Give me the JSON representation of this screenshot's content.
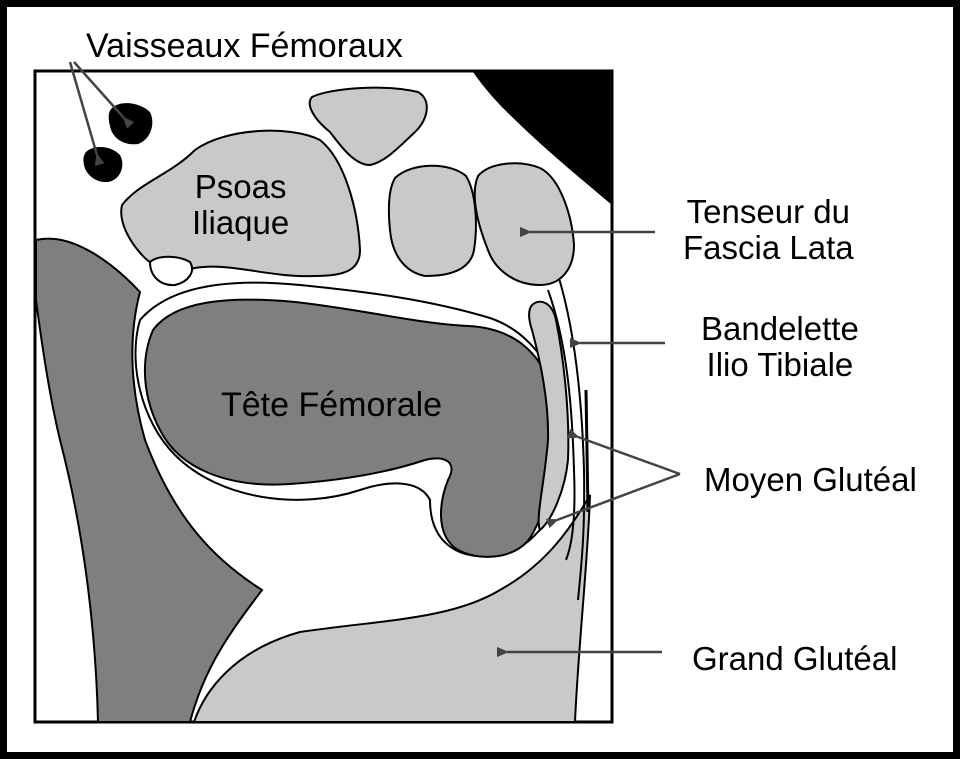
{
  "labels": {
    "vaisseaux_femoraux": "Vaisseaux Fémoraux",
    "psoas_line1": "Psoas",
    "psoas_line2": "Iliaque",
    "tete_femorale": "Tête Fémorale",
    "tenseur_line1": "Tenseur du",
    "tenseur_line2": "Fascia Lata",
    "bandelette_line1": "Bandelette",
    "bandelette_line2": "Ilio Tibiale",
    "moyen_gluteal": "Moyen Glutéal",
    "grand_gluteal": "Grand Glutéal"
  },
  "colors": {
    "background": "#ffffff",
    "frame": "#000000",
    "bone": "#7f7f7f",
    "muscle": "#c9c9c9",
    "vessel": "#000000",
    "outline": "#000000",
    "arrow": "#444444"
  }
}
